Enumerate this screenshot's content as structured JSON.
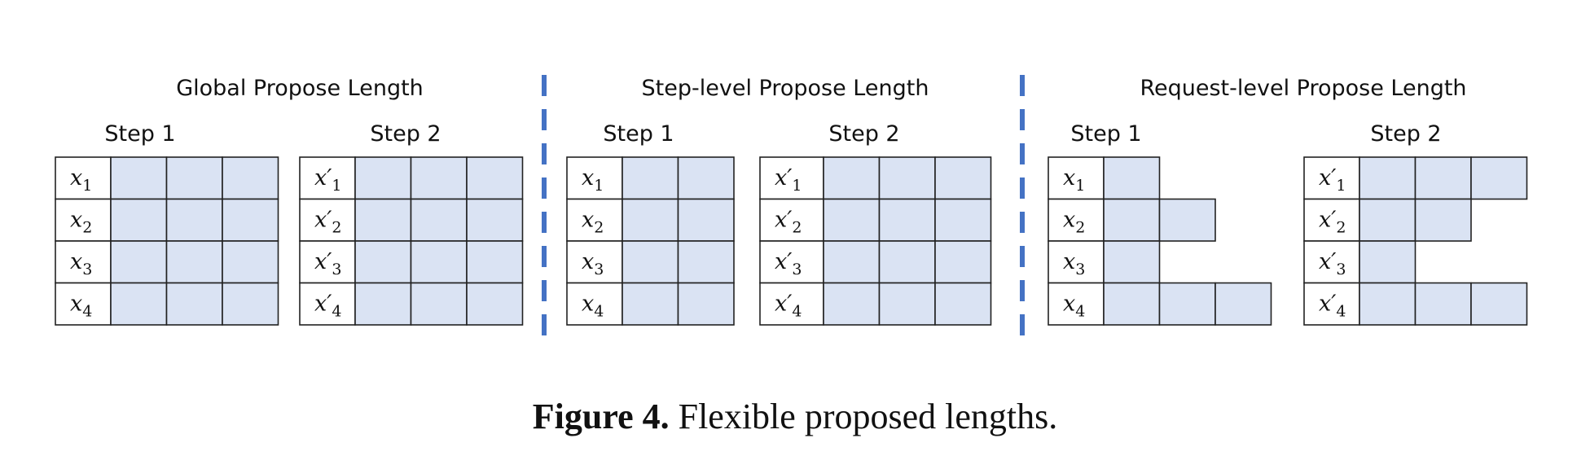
{
  "panels": [
    {
      "title": "Global Propose Length",
      "steps": [
        {
          "label": "Step 1",
          "tokens": [
            {
              "base": "x",
              "prime": "",
              "sub": "1"
            },
            {
              "base": "x",
              "prime": "",
              "sub": "2"
            },
            {
              "base": "x",
              "prime": "",
              "sub": "3"
            },
            {
              "base": "x",
              "prime": "",
              "sub": "4"
            }
          ],
          "lengths": [
            3,
            3,
            3,
            3
          ]
        },
        {
          "label": "Step 2",
          "tokens": [
            {
              "base": "x",
              "prime": "′",
              "sub": "1"
            },
            {
              "base": "x",
              "prime": "′",
              "sub": "2"
            },
            {
              "base": "x",
              "prime": "′",
              "sub": "3"
            },
            {
              "base": "x",
              "prime": "′",
              "sub": "4"
            }
          ],
          "lengths": [
            3,
            3,
            3,
            3
          ]
        }
      ]
    },
    {
      "title": "Step-level Propose Length",
      "steps": [
        {
          "label": "Step 1",
          "tokens": [
            {
              "base": "x",
              "prime": "",
              "sub": "1"
            },
            {
              "base": "x",
              "prime": "",
              "sub": "2"
            },
            {
              "base": "x",
              "prime": "",
              "sub": "3"
            },
            {
              "base": "x",
              "prime": "",
              "sub": "4"
            }
          ],
          "lengths": [
            2,
            2,
            2,
            2
          ]
        },
        {
          "label": "Step 2",
          "tokens": [
            {
              "base": "x",
              "prime": "′",
              "sub": "1"
            },
            {
              "base": "x",
              "prime": "′",
              "sub": "2"
            },
            {
              "base": "x",
              "prime": "′",
              "sub": "3"
            },
            {
              "base": "x",
              "prime": "′",
              "sub": "4"
            }
          ],
          "lengths": [
            3,
            3,
            3,
            3
          ]
        }
      ]
    },
    {
      "title": "Request-level Propose Length",
      "steps": [
        {
          "label": "Step 1",
          "tokens": [
            {
              "base": "x",
              "prime": "",
              "sub": "1"
            },
            {
              "base": "x",
              "prime": "",
              "sub": "2"
            },
            {
              "base": "x",
              "prime": "",
              "sub": "3"
            },
            {
              "base": "x",
              "prime": "",
              "sub": "4"
            }
          ],
          "lengths": [
            1,
            2,
            1,
            3
          ]
        },
        {
          "label": "Step 2",
          "tokens": [
            {
              "base": "x",
              "prime": "′",
              "sub": "1"
            },
            {
              "base": "x",
              "prime": "′",
              "sub": "2"
            },
            {
              "base": "x",
              "prime": "′",
              "sub": "3"
            },
            {
              "base": "x",
              "prime": "′",
              "sub": "4"
            }
          ],
          "lengths": [
            3,
            2,
            1,
            3
          ]
        }
      ]
    }
  ],
  "colors": {
    "cell_fill": "#dae3f3",
    "cell_stroke": "#222222",
    "divider": "#4472c4"
  },
  "caption": {
    "label": "Figure 4.",
    "text": " Flexible proposed lengths."
  }
}
